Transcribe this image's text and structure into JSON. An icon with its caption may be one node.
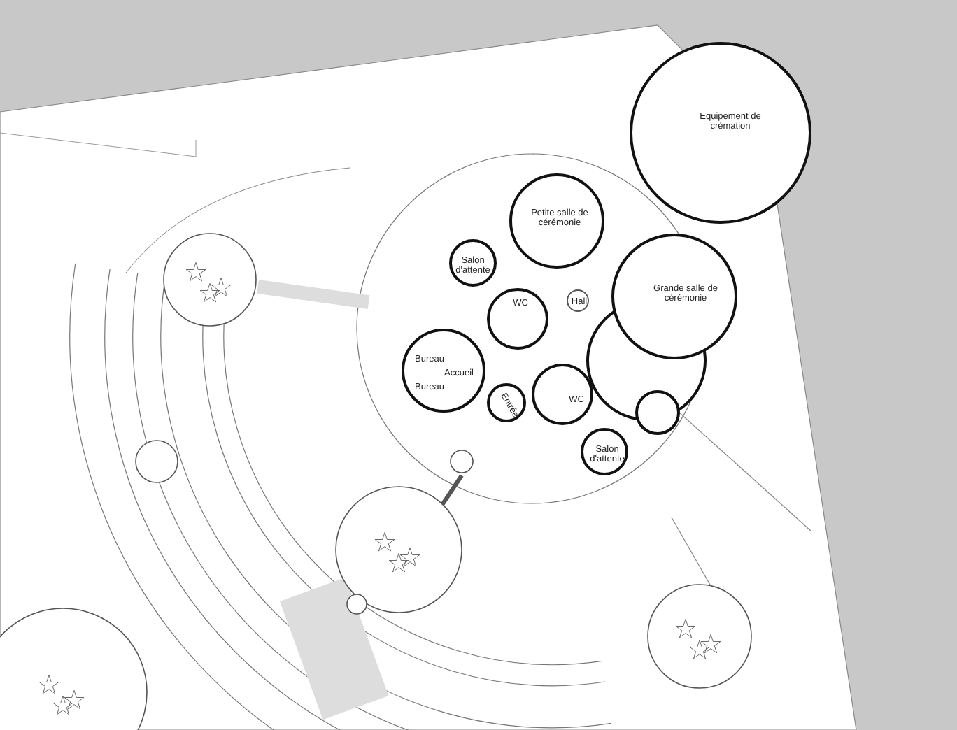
{
  "diagram": {
    "nodes": [
      {
        "text": [
          "Equipement de crémation"
        ]
      },
      {
        "text": [
          "Petite salle de cérémonie"
        ]
      },
      {
        "text": [
          "Grande salle de cérémonie"
        ]
      },
      {
        "text": [
          "Salon d'attente"
        ]
      },
      {
        "text": [
          "WC"
        ]
      },
      {
        "text": [
          "Hall"
        ]
      },
      {
        "text": [
          "Bureau",
          "Accueil",
          "Bureau"
        ]
      },
      {
        "text": [
          "Entrée"
        ]
      },
      {
        "text": [
          "WC"
        ]
      },
      {
        "text": [
          "Salon d'attente"
        ]
      }
    ],
    "edges": []
  }
}
